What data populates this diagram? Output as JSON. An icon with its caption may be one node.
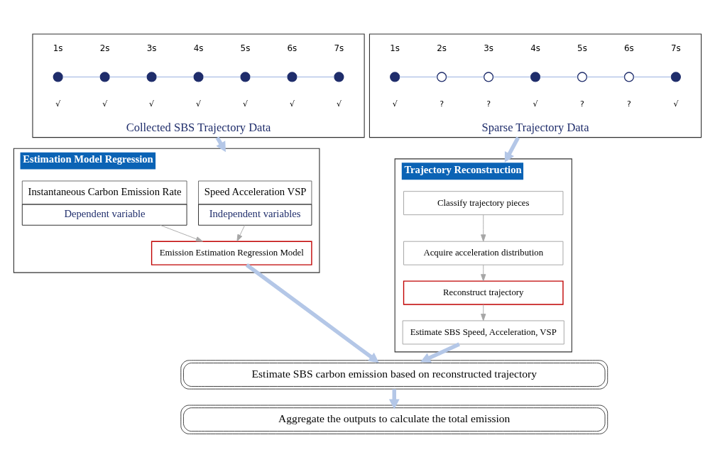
{
  "diagram": {
    "nodes": [
      {
        "text": [
          "Sparse Trajectory Data"
        ]
      },
      {
        "text": [],
        "shape": "circle",
        "in": 0,
        "beside": [
          "1s",
          "√"
        ]
      },
      {
        "text": [],
        "shape": "circle",
        "in": 0,
        "beside": [
          "2s",
          "?"
        ]
      },
      {
        "text": [],
        "shape": "circle",
        "in": 0,
        "beside": [
          "3s",
          "?"
        ]
      },
      {
        "text": [],
        "shape": "circle",
        "in": 0,
        "beside": [
          "4s",
          "√"
        ]
      },
      {
        "text": [],
        "shape": "circle",
        "in": 0,
        "beside": [
          "5s",
          "?"
        ]
      },
      {
        "text": [],
        "shape": "circle",
        "in": 0,
        "beside": [
          "6s",
          "?"
        ]
      },
      {
        "text": [],
        "shape": "circle",
        "in": 0,
        "beside": [
          "7s",
          "√"
        ]
      },
      {
        "text": [
          "Collected SBS Trajectory Data"
        ]
      },
      {
        "text": [],
        "shape": "circle",
        "in": 8,
        "beside": [
          "1s",
          "√"
        ]
      },
      {
        "text": [],
        "shape": "circle",
        "in": 8,
        "beside": [
          "2s",
          "√"
        ]
      },
      {
        "text": [],
        "shape": "circle",
        "in": 8,
        "beside": [
          "3s",
          "√"
        ]
      },
      {
        "text": [],
        "shape": "circle",
        "in": 8,
        "beside": [
          "4s",
          "√"
        ]
      },
      {
        "text": [],
        "shape": "circle",
        "in": 8,
        "beside": [
          "5s",
          "√"
        ]
      },
      {
        "text": [],
        "shape": "circle",
        "in": 8,
        "beside": [
          "6s",
          "√"
        ]
      },
      {
        "text": [],
        "shape": "circle",
        "in": 8,
        "beside": [
          "7s",
          "√"
        ]
      },
      {
        "text": [
          "Trajectory Reconstruction"
        ]
      },
      {
        "text": [
          "Classify trajectory pieces"
        ],
        "in": 16
      },
      {
        "text": [
          "Acquire acceleration distribution"
        ],
        "in": 16
      },
      {
        "text": [
          "Reconstruct trajectory"
        ],
        "in": 16
      },
      {
        "text": [
          "Estimate SBS Speed, Acceleration, VSP"
        ],
        "in": 16
      },
      {
        "text": [
          "Estimation Model Regression"
        ]
      },
      {
        "text": [
          "Speed Acceleration VSP",
          "Independent variables"
        ],
        "in": 21
      },
      {
        "text": [
          "Instantaneous Carbon Emission Rate",
          "Dependent variable"
        ],
        "in": 21
      },
      {
        "text": [
          "Emission Estimation Regression Model"
        ],
        "in": 21
      },
      {
        "text": [
          "Estimate SBS carbon emission based on reconstructed trajectory"
        ]
      },
      {
        "text": [
          "Aggregate the outputs to calculate the total emission"
        ]
      }
    ],
    "edges": [
      {
        "from": 1,
        "to": 2,
        "arrow": "none"
      },
      {
        "from": 2,
        "to": 3,
        "arrow": "none"
      },
      {
        "from": 3,
        "to": 4,
        "arrow": "none"
      },
      {
        "from": 4,
        "to": 5,
        "arrow": "none"
      },
      {
        "from": 5,
        "to": 6,
        "arrow": "none"
      },
      {
        "from": 6,
        "to": 7,
        "arrow": "none"
      },
      {
        "from": 9,
        "to": 10,
        "arrow": "none"
      },
      {
        "from": 10,
        "to": 11,
        "arrow": "none"
      },
      {
        "from": 11,
        "to": 12,
        "arrow": "none"
      },
      {
        "from": 12,
        "to": 13,
        "arrow": "none"
      },
      {
        "from": 13,
        "to": 14,
        "arrow": "none"
      },
      {
        "from": 14,
        "to": 15,
        "arrow": "none"
      },
      {
        "from": 0,
        "to": 16,
        "arrow": "to",
        "style": "thick",
        "color": "#b4c7e7"
      },
      {
        "from": 8,
        "to": 21,
        "arrow": "to",
        "style": "thick",
        "color": "#b4c7e7"
      },
      {
        "from": 17,
        "to": 18,
        "arrow": "to",
        "color": "#a6a6a6"
      },
      {
        "from": 18,
        "to": 19,
        "arrow": "to",
        "color": "#a6a6a6"
      },
      {
        "from": 19,
        "to": 20,
        "arrow": "to",
        "color": "#a6a6a6"
      },
      {
        "from": 22,
        "to": 24,
        "arrow": "to",
        "color": "#a6a6a6"
      },
      {
        "from": 23,
        "to": 24,
        "arrow": "to",
        "color": "#a6a6a6"
      },
      {
        "from": 20,
        "to": 25,
        "arrow": "to",
        "style": "thick",
        "color": "#b4c7e7"
      },
      {
        "from": 24,
        "to": 25,
        "arrow": "to",
        "style": "thick",
        "color": "#b4c7e7"
      },
      {
        "from": 25,
        "to": 26,
        "arrow": "to",
        "style": "thick",
        "color": "#b4c7e7"
      }
    ]
  }
}
